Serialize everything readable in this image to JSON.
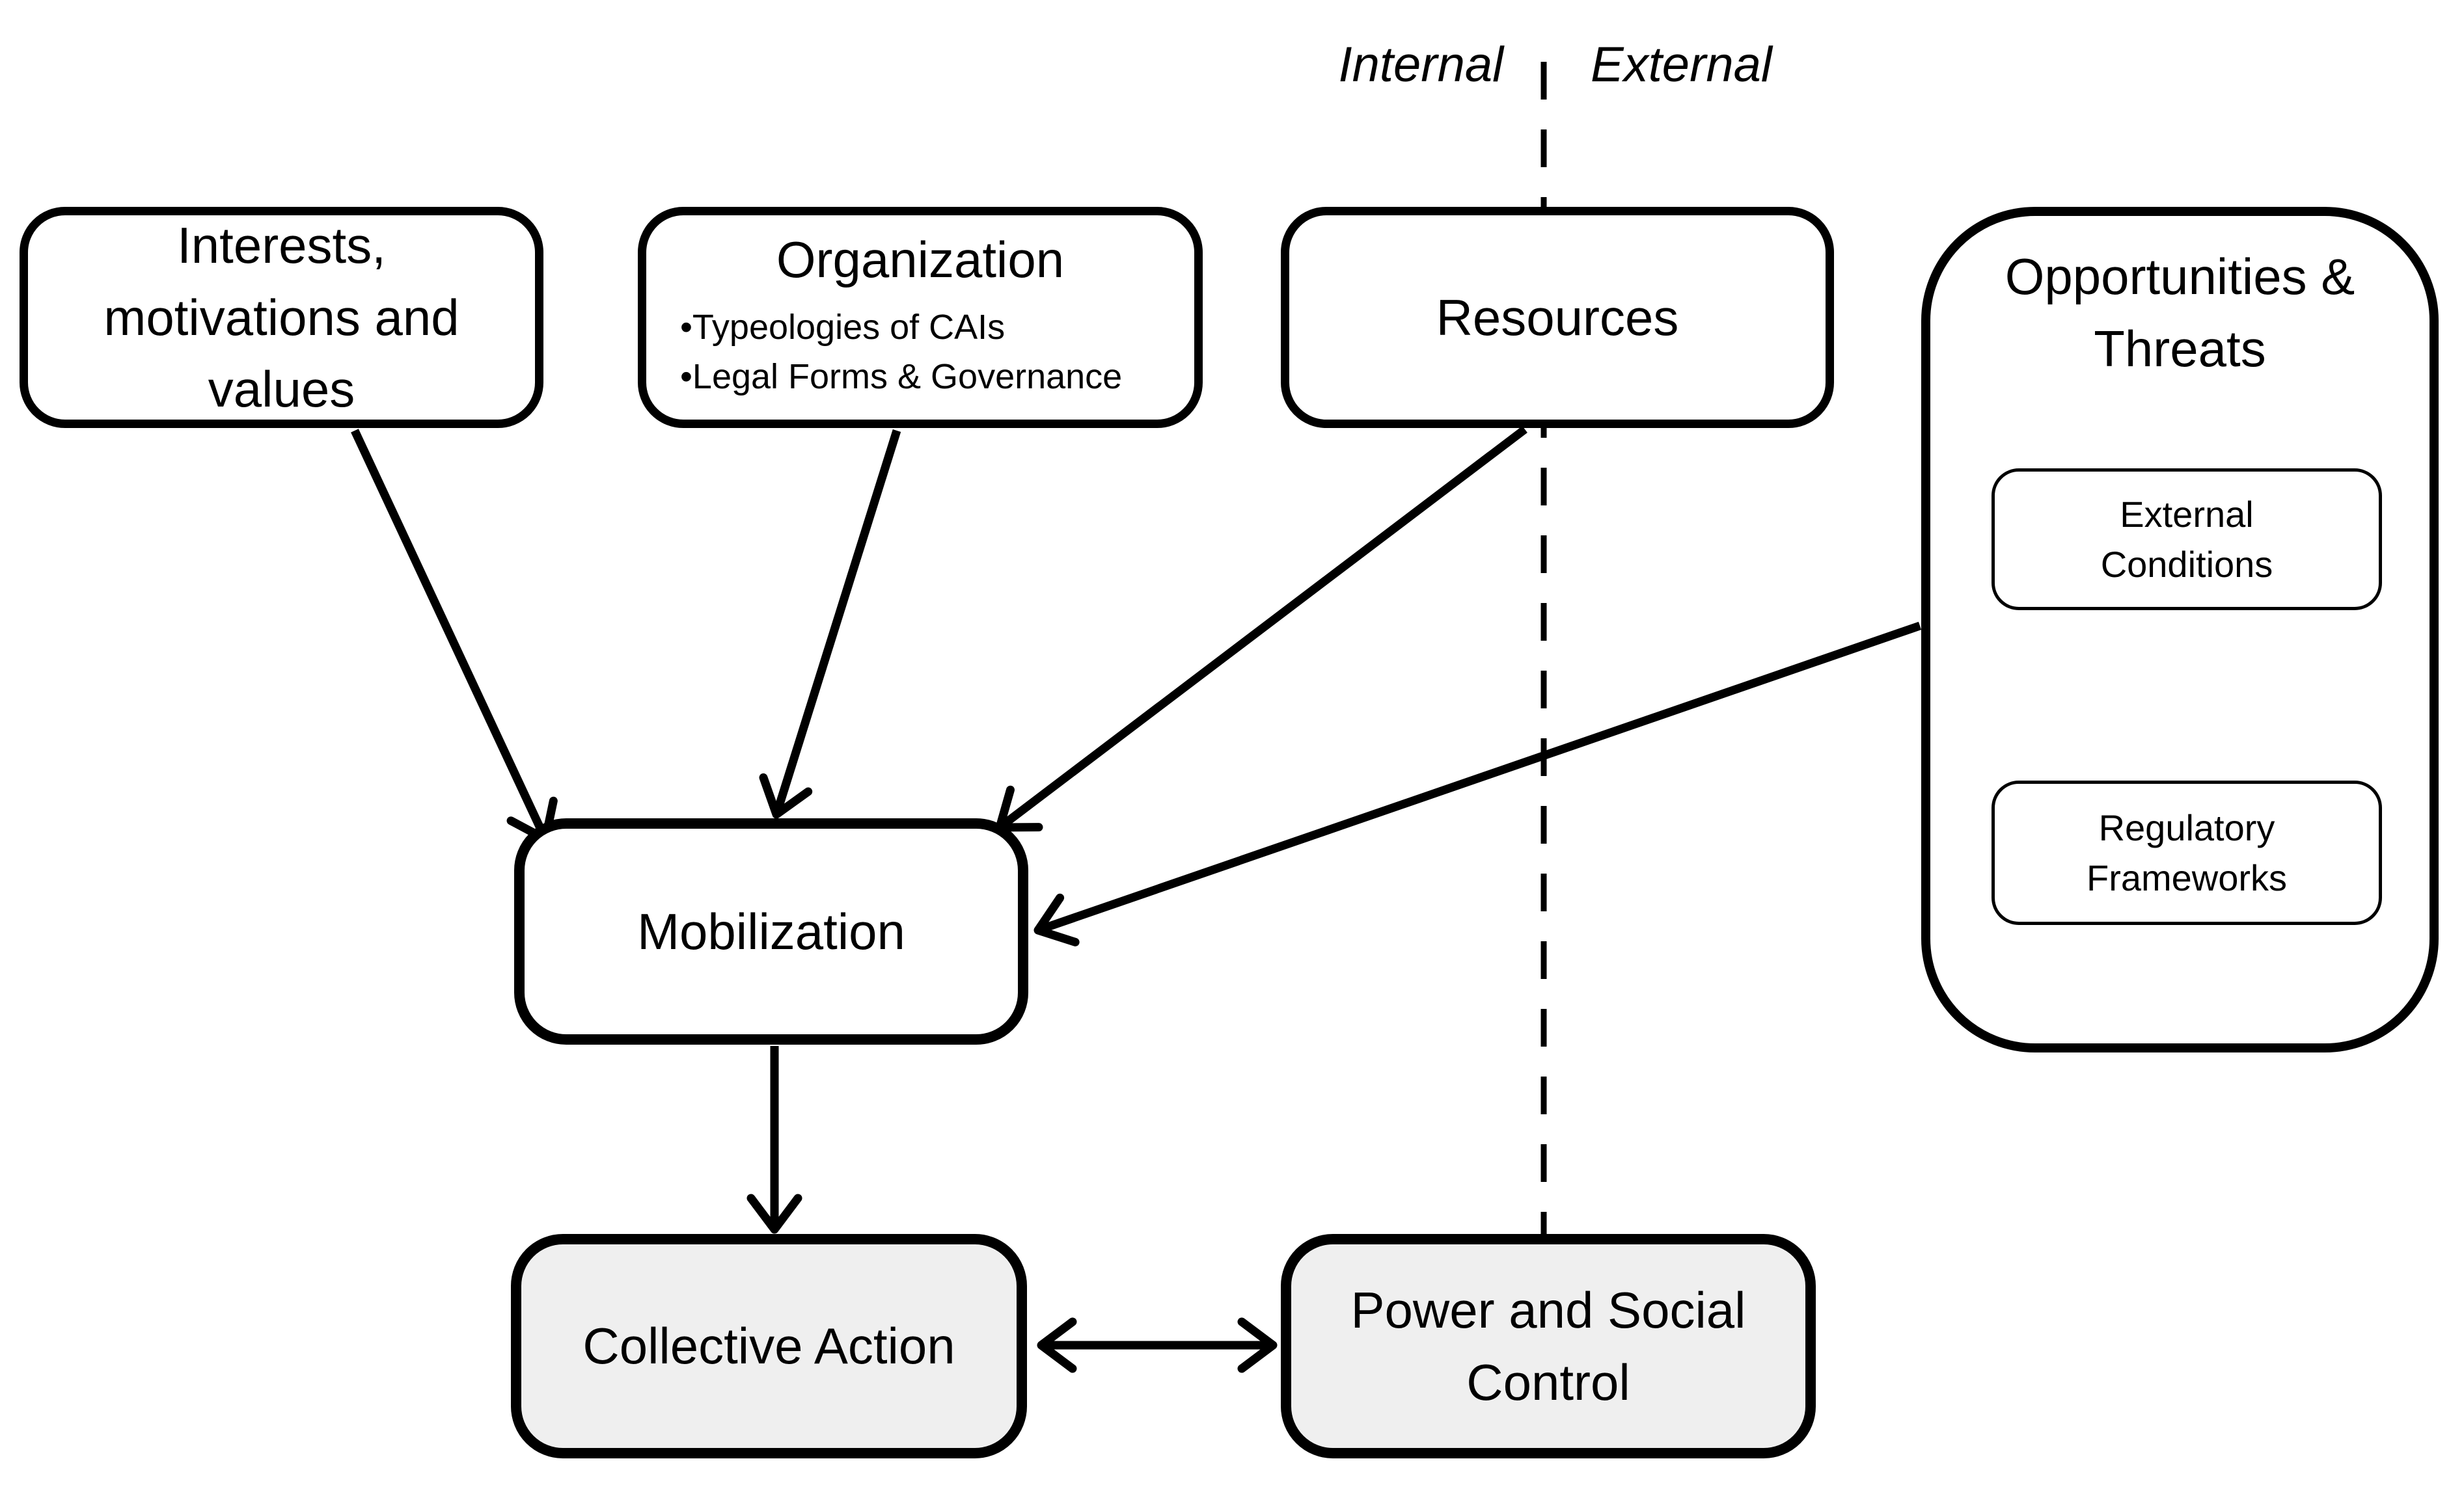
{
  "colors": {
    "line": "#000000",
    "box_fill": "#ffffff",
    "highlight_fill": "#efefef",
    "background": "#ffffff"
  },
  "divider": {
    "internal": "Internal",
    "external": "External"
  },
  "nodes": {
    "interests": {
      "text": "Interests,\nmotivations and\nvalues"
    },
    "organization": {
      "title": "Organization",
      "bullets": [
        "•Typeologies of CAIs",
        "•Legal Forms & Governance"
      ]
    },
    "resources": {
      "text": "Resources"
    },
    "opportunities": {
      "title": "Opportunities &\nThreats",
      "external_conditions": "External\nConditions",
      "regulatory_frameworks": "Regulatory\nFrameworks"
    },
    "mobilization": {
      "text": "Mobilization"
    },
    "collective_action": {
      "text": "Collective Action"
    },
    "power_social_control": {
      "text": "Power and Social\nControl"
    }
  }
}
